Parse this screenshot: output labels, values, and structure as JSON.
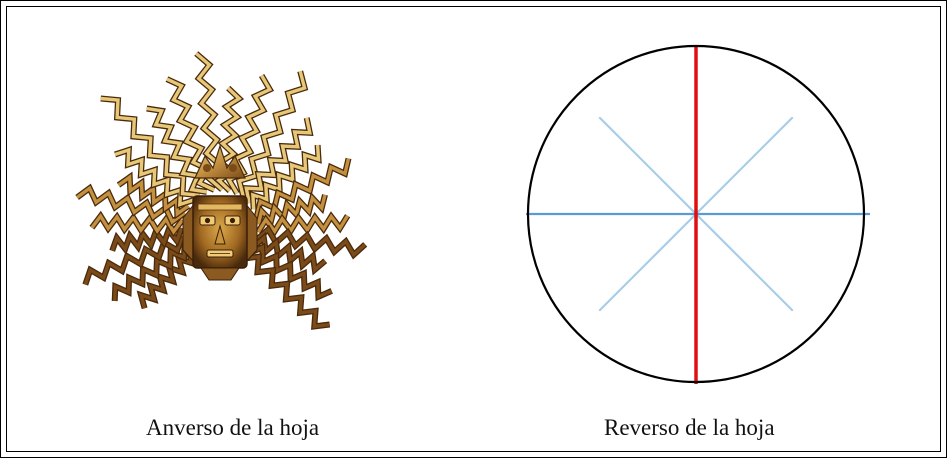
{
  "left_panel": {
    "caption": "Anverso de la hoja",
    "image": "golden-sun-mask-icon",
    "colors": {
      "gold_light": "#e6c878",
      "gold": "#c39040",
      "gold_dark": "#7a4a18",
      "gold_shadow": "#4a2a0c"
    }
  },
  "right_panel": {
    "caption": "Reverso de la hoja",
    "diagram": {
      "shape": "circle",
      "divisions": 8,
      "colors": {
        "circle": "#000000",
        "vertical_line": "#e01010",
        "horizontal_line": "#5b9bd5",
        "diagonal_lines": "#a9cde8"
      }
    }
  }
}
